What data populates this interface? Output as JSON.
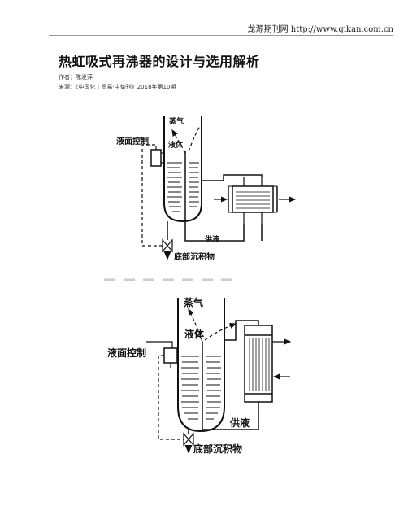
{
  "site_header": "龙源期刊网 http://www.qikan.com.cn",
  "article": {
    "title": "热虹吸式再沸器的设计与选用解析",
    "author_line": "作者：陈发萍",
    "source_line": "来源：《中国化工贸易·中旬刊》2018年第10期"
  },
  "figure1": {
    "vapor": "蒸气",
    "level_control": "液面控制",
    "liquid": "液体",
    "feed": "供液",
    "bottoms": "底部沉积物"
  },
  "figure2": {
    "vapor": "蒸气",
    "level_control": "液面控制",
    "liquid": "液体",
    "feed": "供液",
    "bottoms": "底部沉积物"
  }
}
